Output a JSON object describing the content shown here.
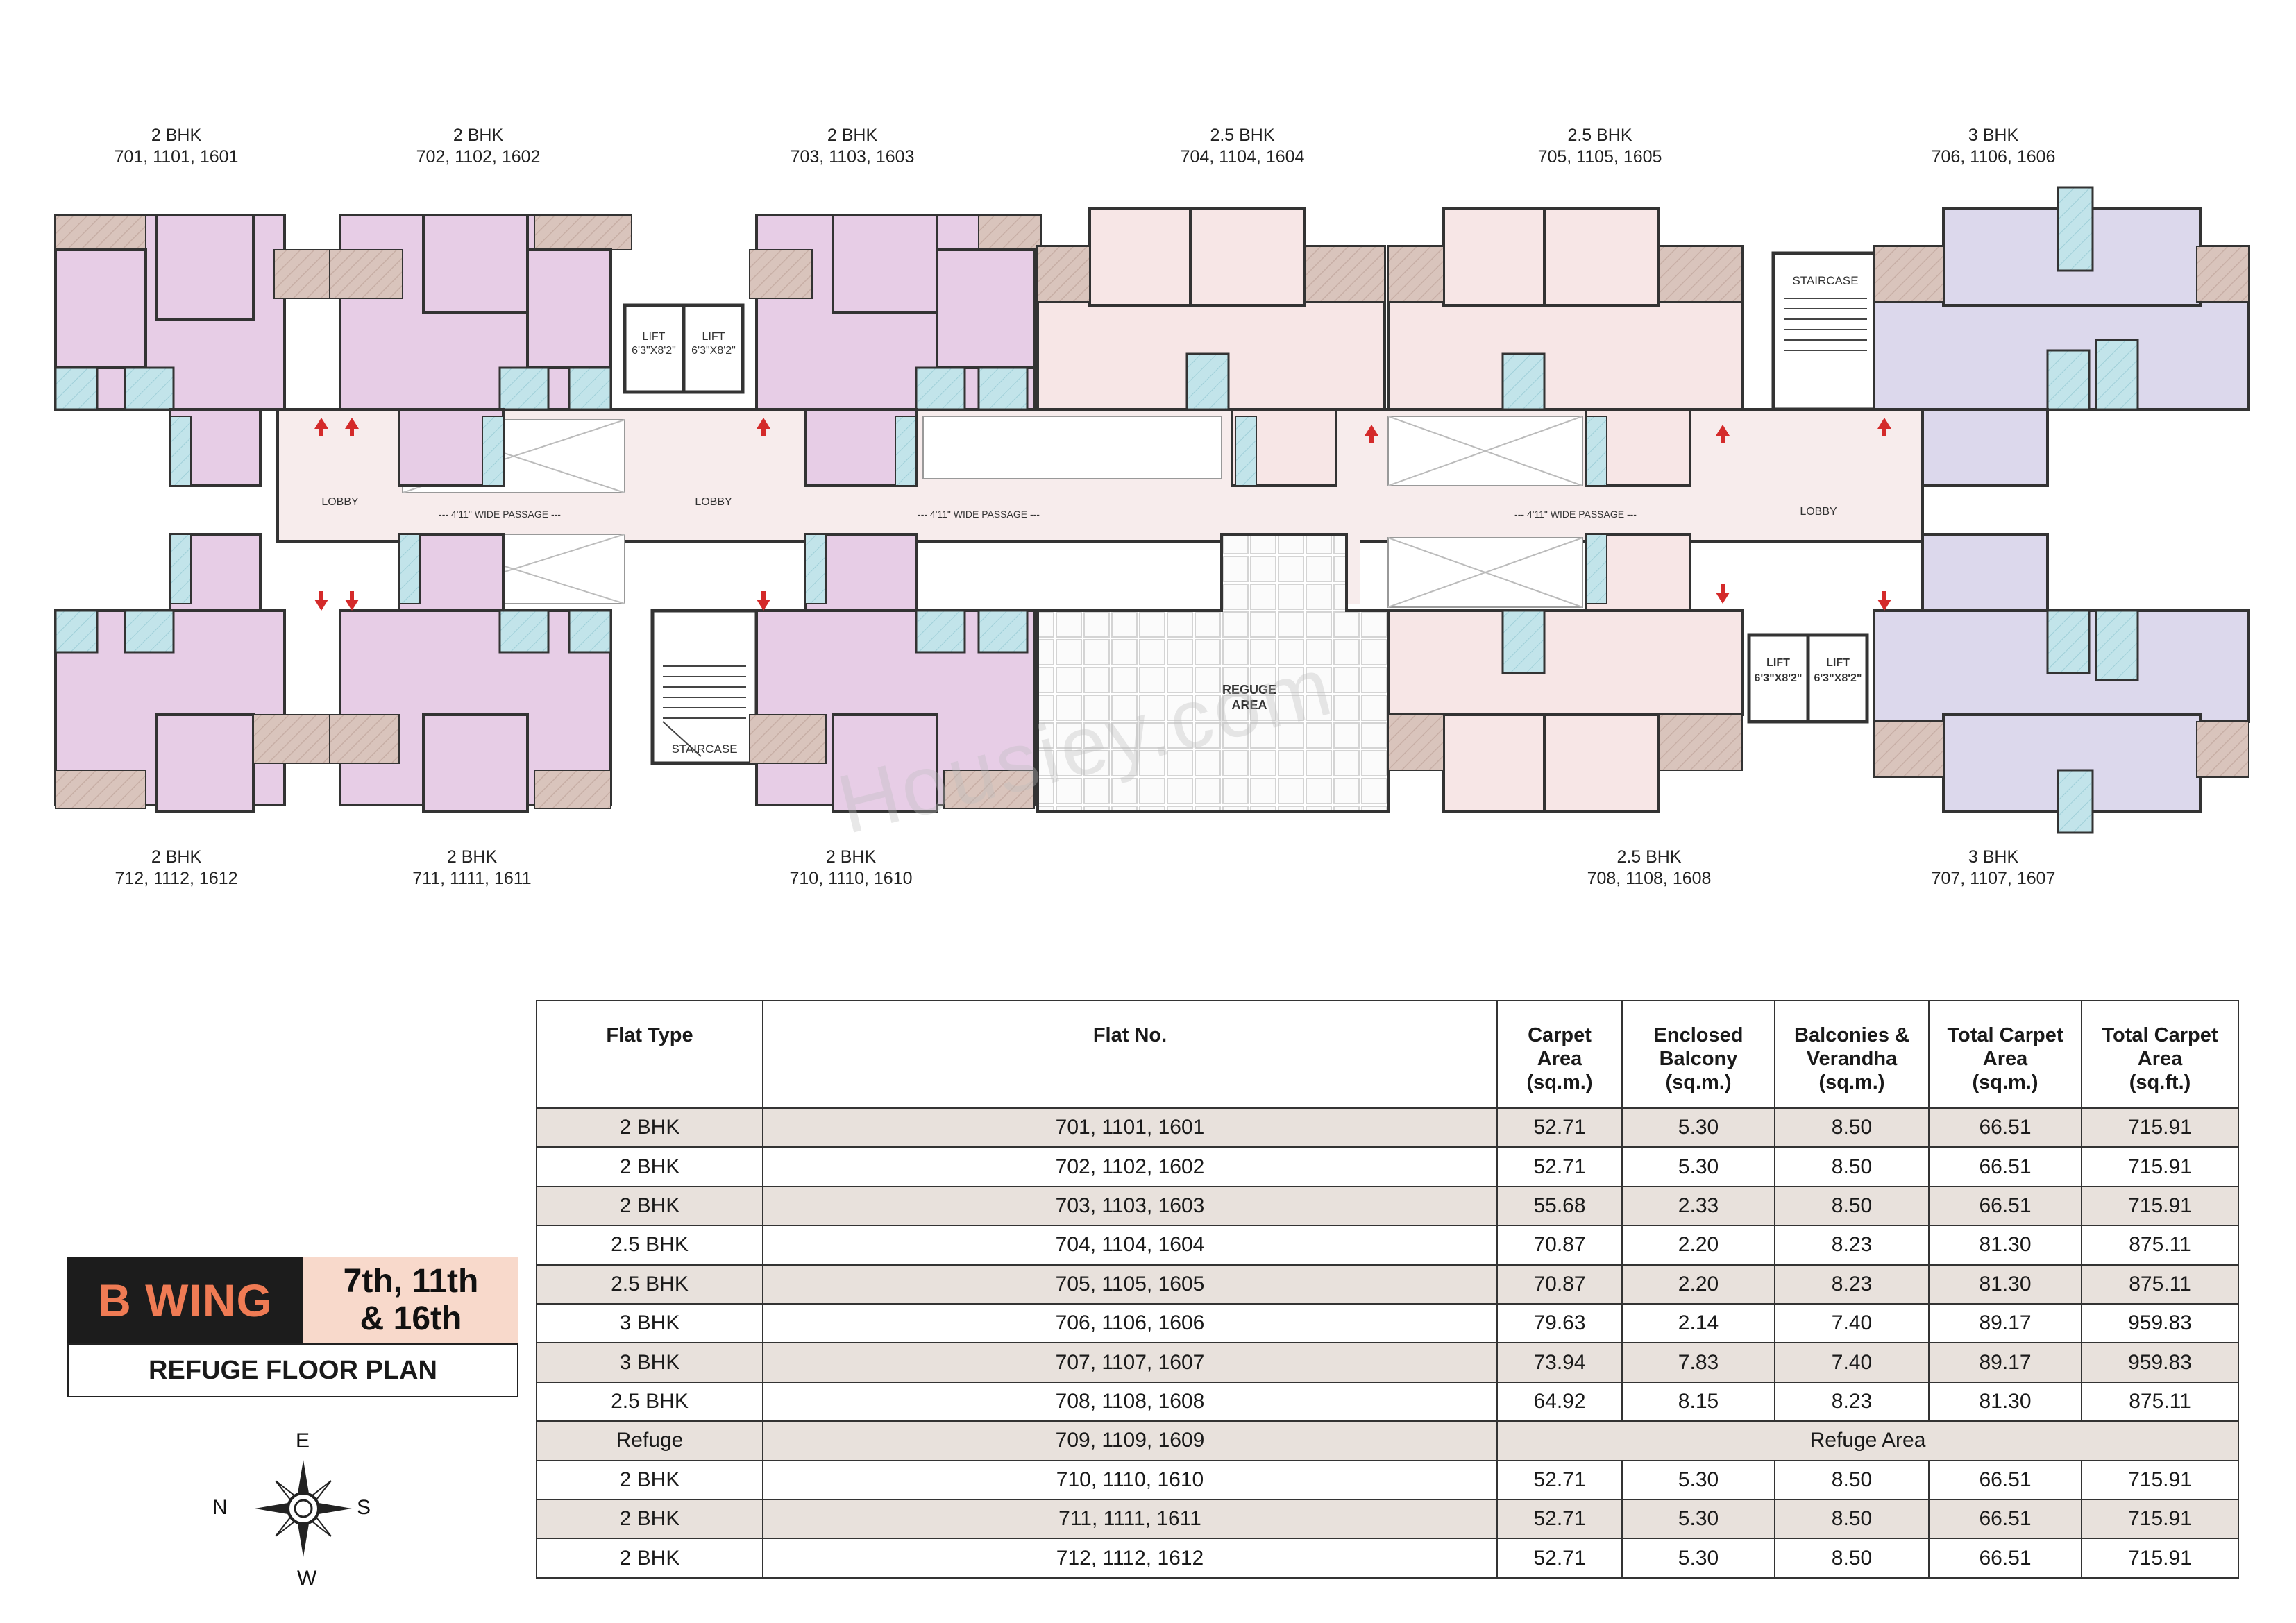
{
  "units_top": [
    {
      "type": "2 BHK",
      "numbers": "701, 1101, 1601"
    },
    {
      "type": "2 BHK",
      "numbers": "702, 1102, 1602"
    },
    {
      "type": "2 BHK",
      "numbers": "703, 1103, 1603"
    },
    {
      "type": "2.5 BHK",
      "numbers": "704, 1104, 1604"
    },
    {
      "type": "2.5 BHK",
      "numbers": "705, 1105, 1605"
    },
    {
      "type": "3 BHK",
      "numbers": "706, 1106, 1606"
    }
  ],
  "units_bottom": [
    {
      "type": "2 BHK",
      "numbers": "712, 1112, 1612"
    },
    {
      "type": "2 BHK",
      "numbers": "711, 1111, 1611"
    },
    {
      "type": "2 BHK",
      "numbers": "710, 1110, 1610"
    },
    {
      "type": "2.5 BHK",
      "numbers": "708, 1108, 1608"
    },
    {
      "type": "3 BHK",
      "numbers": "707, 1107, 1607"
    }
  ],
  "plan": {
    "lobby": "LOBBY",
    "passage": "--- 4'11\" WIDE PASSAGE ---",
    "lift": "LIFT",
    "lift_size": "6'3\"X8'2\"",
    "staircase": "STAIRCASE",
    "refuge_line1": "REGUGE",
    "refuge_line2": "AREA"
  },
  "title": {
    "wing": "B WING",
    "floors_line1": "7th, 11th",
    "floors_line2": "& 16th",
    "plan_name": "REFUGE FLOOR PLAN"
  },
  "compass": {
    "north": "N",
    "south": "S",
    "east": "E",
    "west": "W"
  },
  "table": {
    "headers": {
      "flat_type": "Flat Type",
      "flat_no": "Flat No.",
      "carpet": [
        "Carpet",
        "Area",
        "(sq.m.)"
      ],
      "enclosed": [
        "Enclosed",
        "Balcony",
        "(sq.m.)"
      ],
      "balconies": [
        "Balconies &",
        "Verandha",
        "(sq.m.)"
      ],
      "total_sqm": [
        "Total Carpet",
        "Area",
        "(sq.m.)"
      ],
      "total_sqft": [
        "Total Carpet",
        "Area",
        "(sq.ft.)"
      ]
    },
    "rows": [
      {
        "type": "2 BHK",
        "flat": "701, 1101, 1601",
        "carpet": "52.71",
        "enclosed": "5.30",
        "balconies": "8.50",
        "total_sqm": "66.51",
        "total_sqft": "715.91"
      },
      {
        "type": "2 BHK",
        "flat": "702, 1102, 1602",
        "carpet": "52.71",
        "enclosed": "5.30",
        "balconies": "8.50",
        "total_sqm": "66.51",
        "total_sqft": "715.91"
      },
      {
        "type": "2 BHK",
        "flat": "703, 1103, 1603",
        "carpet": "55.68",
        "enclosed": "2.33",
        "balconies": "8.50",
        "total_sqm": "66.51",
        "total_sqft": "715.91"
      },
      {
        "type": "2.5 BHK",
        "flat": "704, 1104, 1604",
        "carpet": "70.87",
        "enclosed": "2.20",
        "balconies": "8.23",
        "total_sqm": "81.30",
        "total_sqft": "875.11"
      },
      {
        "type": "2.5 BHK",
        "flat": "705, 1105, 1605",
        "carpet": "70.87",
        "enclosed": "2.20",
        "balconies": "8.23",
        "total_sqm": "81.30",
        "total_sqft": "875.11"
      },
      {
        "type": "3 BHK",
        "flat": "706, 1106, 1606",
        "carpet": "79.63",
        "enclosed": "2.14",
        "balconies": "7.40",
        "total_sqm": "89.17",
        "total_sqft": "959.83"
      },
      {
        "type": "3 BHK",
        "flat": "707, 1107, 1607",
        "carpet": "73.94",
        "enclosed": "7.83",
        "balconies": "7.40",
        "total_sqm": "89.17",
        "total_sqft": "959.83"
      },
      {
        "type": "2.5 BHK",
        "flat": "708, 1108, 1608",
        "carpet": "64.92",
        "enclosed": "8.15",
        "balconies": "8.23",
        "total_sqm": "81.30",
        "total_sqft": "875.11"
      },
      {
        "type": "Refuge",
        "flat": "709, 1109, 1609",
        "refuge_note": "Refuge Area"
      },
      {
        "type": "2 BHK",
        "flat": "710, 1110, 1610",
        "carpet": "52.71",
        "enclosed": "5.30",
        "balconies": "8.50",
        "total_sqm": "66.51",
        "total_sqft": "715.91"
      },
      {
        "type": "2 BHK",
        "flat": "711, 1111, 1611",
        "carpet": "52.71",
        "enclosed": "5.30",
        "balconies": "8.50",
        "total_sqm": "66.51",
        "total_sqft": "715.91"
      },
      {
        "type": "2 BHK",
        "flat": "712, 1112, 1612",
        "carpet": "52.71",
        "enclosed": "5.30",
        "balconies": "8.50",
        "total_sqm": "66.51",
        "total_sqft": "715.91"
      }
    ]
  },
  "watermark": "Housiey.com",
  "colors": {
    "unit_2bhk": "#e7cde6",
    "unit_25bhk": "#f7e6e6",
    "unit_3bhk": "#dcd8ec",
    "balcony": "#d8c2bb",
    "toilet": "#b7dfe6",
    "lobby": "#f6e9ea",
    "accent": "#ef7b54",
    "arrow": "#d42a2a"
  }
}
